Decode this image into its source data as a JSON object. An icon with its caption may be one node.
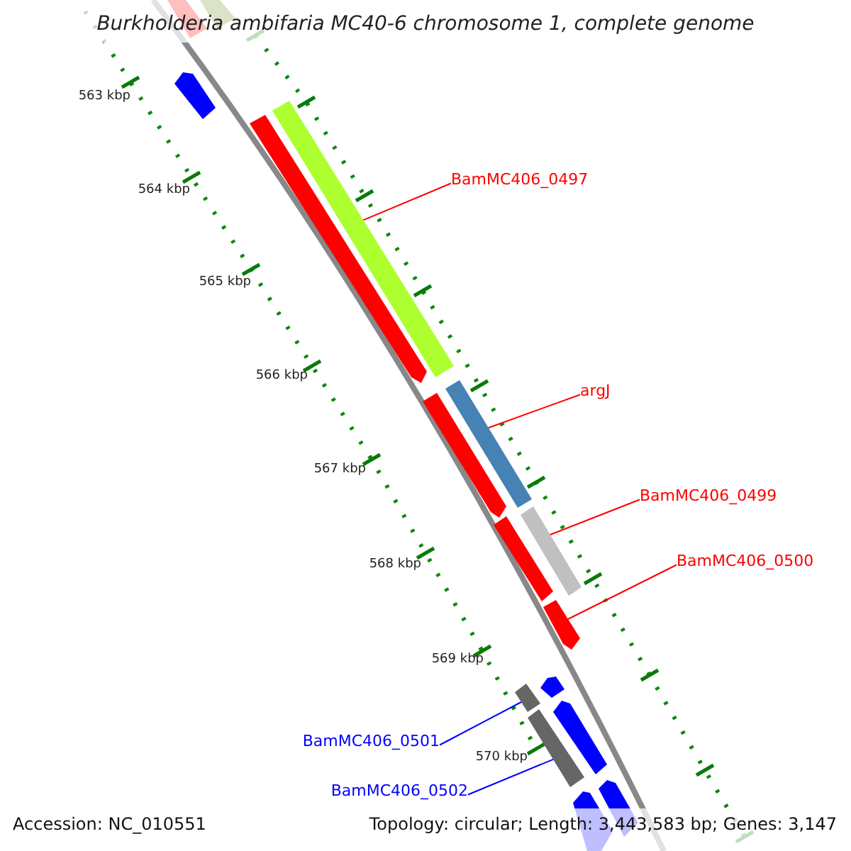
{
  "diagram": {
    "title": "Burkholderia ambifaria MC40-6 chromosome 1, complete genome",
    "nodes": [
      {
        "text": [],
        "shape": "bar"
      },
      {
        "text": [],
        "shape": "bar"
      },
      {
        "text": [],
        "shape": "bar"
      },
      {
        "text": [],
        "shape": "bar"
      },
      {
        "text": [],
        "shape": "bar"
      },
      {
        "text": [
          "BamMC406_0497"
        ]
      },
      {
        "text": [],
        "shape": "bar"
      },
      {
        "text": [
          "argJ"
        ]
      },
      {
        "text": [],
        "shape": "bar"
      },
      {
        "text": [
          "BamMC406_0499"
        ]
      },
      {
        "text": [],
        "shape": "bar"
      },
      {
        "text": [],
        "shape": "bar"
      },
      {
        "text": [
          "BamMC406_0500"
        ]
      },
      {
        "text": [],
        "shape": "bar"
      },
      {
        "text": [],
        "shape": "bar"
      },
      {
        "text": [],
        "shape": "bar"
      },
      {
        "text": [
          "BamMC406_0501"
        ]
      },
      {
        "text": [],
        "shape": "bar"
      },
      {
        "text": [],
        "shape": "bar"
      },
      {
        "text": [
          "BamMC406_0502"
        ]
      },
      {
        "text": [],
        "shape": "bar"
      },
      {
        "text": [],
        "shape": "bar"
      }
    ],
    "edges": [
      {
        "from": 5,
        "to": 4,
        "arrow": "none"
      },
      {
        "from": 7,
        "to": 6,
        "arrow": "none"
      },
      {
        "from": 9,
        "to": 10,
        "arrow": "none"
      },
      {
        "from": 12,
        "to": 13,
        "arrow": "none"
      },
      {
        "from": 16,
        "to": 14,
        "arrow": "none",
        "color": "#0000ff"
      },
      {
        "from": 19,
        "to": 18,
        "arrow": "none",
        "color": "#0000ff"
      }
    ],
    "labels": [
      "563 kbp",
      "564 kbp",
      "565 kbp",
      "566 kbp",
      "567 kbp",
      "568 kbp",
      "569 kbp",
      "570 kbp",
      "Accession: NC_010551",
      "Topology: circular; Length: 3,443,583 bp; Genes: 3,147"
    ]
  }
}
